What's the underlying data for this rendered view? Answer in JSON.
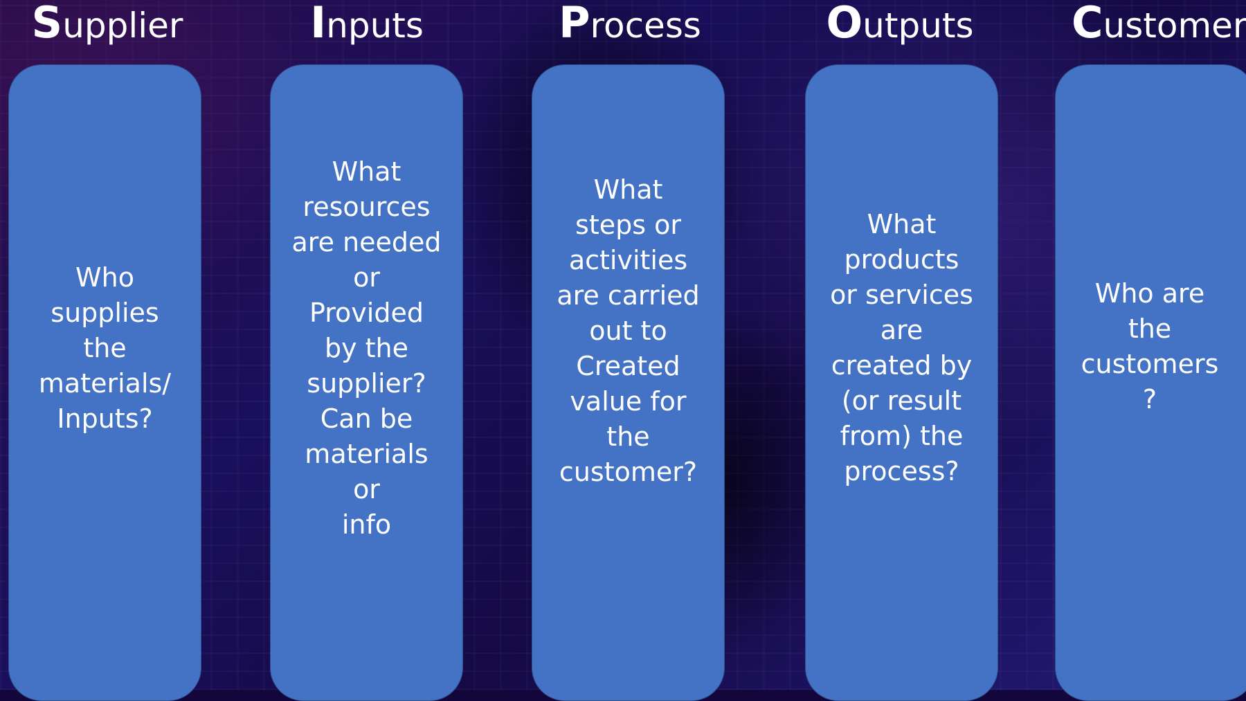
{
  "columns": [
    {
      "heading_first": "S",
      "heading_rest": "upplier",
      "text": "Who\nsupplies\nthe\nmaterials/\nInputs?"
    },
    {
      "heading_first": "I",
      "heading_rest": "nputs",
      "text": "What\nresources\nare needed\nor\nProvided\n by the\nsupplier?\nCan be\nmaterials\nor\ninfo"
    },
    {
      "heading_first": "P",
      "heading_rest": "rocess",
      "text": " What\nsteps or\nactivities\nare carried\nout to\nCreated\n value for\n the\ncustomer?"
    },
    {
      "heading_first": "O",
      "heading_rest": "utputs",
      "text": "What\nproducts\nor services\nare\ncreated by\n(or result\n from) the\nprocess?"
    },
    {
      "heading_first": "C",
      "heading_rest": "ustomers",
      "text": "Who are\nthe\ncustomers\n?"
    }
  ],
  "colors": {
    "panel_fill": "#4472c4",
    "panel_border": "#2f528f",
    "text": "#ffffff"
  }
}
